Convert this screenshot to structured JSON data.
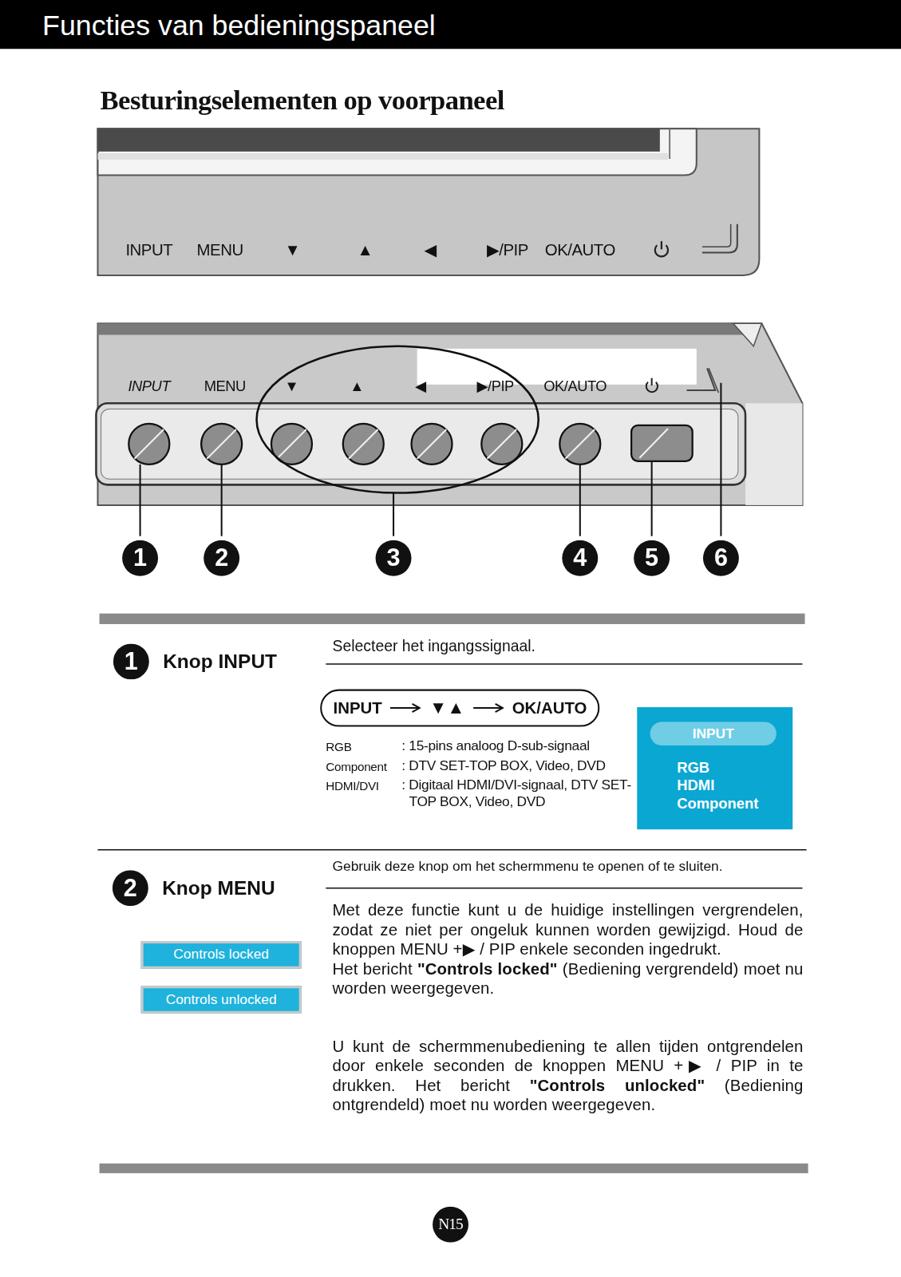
{
  "diagram": {
    "title": "Functies van bedieningspaneel",
    "nodes": [
      {
        "text": [
          "1"
        ]
      },
      {
        "text": [
          "2"
        ]
      },
      {
        "text": [
          "3"
        ]
      },
      {
        "text": [
          "4"
        ]
      },
      {
        "text": [
          "5"
        ]
      },
      {
        "text": [
          "6"
        ]
      },
      {
        "text": [
          "1",
          "Knop INPUT"
        ]
      },
      {
        "text": [
          "INPUT",
          "▼▲",
          "OK/AUTO"
        ]
      },
      {
        "text": [
          "RGB",
          "HDMI",
          "Component"
        ]
      },
      {
        "text": [
          "INPUT"
        ],
        "in": 8
      },
      {
        "text": [
          "2",
          "Knop MENU"
        ]
      },
      {
        "text": [
          "Controls locked"
        ]
      },
      {
        "text": [
          "Controls unlocked"
        ]
      },
      {
        "text": [
          "N15"
        ]
      }
    ],
    "labels": [
      "Besturingselementen op voorpaneel",
      "INPUT",
      "MENU",
      "▼",
      "▲",
      "◀",
      "▶/PIP",
      "OK/AUTO",
      "INPUT",
      "MENU",
      "▼",
      "▲",
      "◀",
      "▶/PIP",
      "OK/AUTO",
      "Selecteer het ingangssignaal.",
      "RGB",
      ": 15-pins analoog D-sub-signaal",
      "Component",
      ": DTV SET-TOP BOX, Video, DVD",
      "HDMI/DVI",
      ": Digitaal HDMI/DVI-signaal, DTV SET-TOP BOX, Video, DVD",
      "Gebruik deze knop om het schermmenu te openen of te sluiten.",
      "Met deze functie kunt u de huidige instellingen vergrendelen, zodat ze niet per ongeluk kunnen worden gewijzigd. Houd de knoppen MENU +▶ / PIP enkele seconden ingedrukt.",
      "Het bericht",
      "\"Controls locked\"",
      "(Bediening vergrendeld) moet nu worden weergegeven.",
      "U kunt de schermmenubediening te allen tijden ontgrendelen door enkele seconden de knoppen MENU +▶ / PIP in te drukken. Het bericht",
      "\"Controls unlocked\"",
      "(Bediening ontgrendeld) moet nu worden weergegeven."
    ]
  }
}
